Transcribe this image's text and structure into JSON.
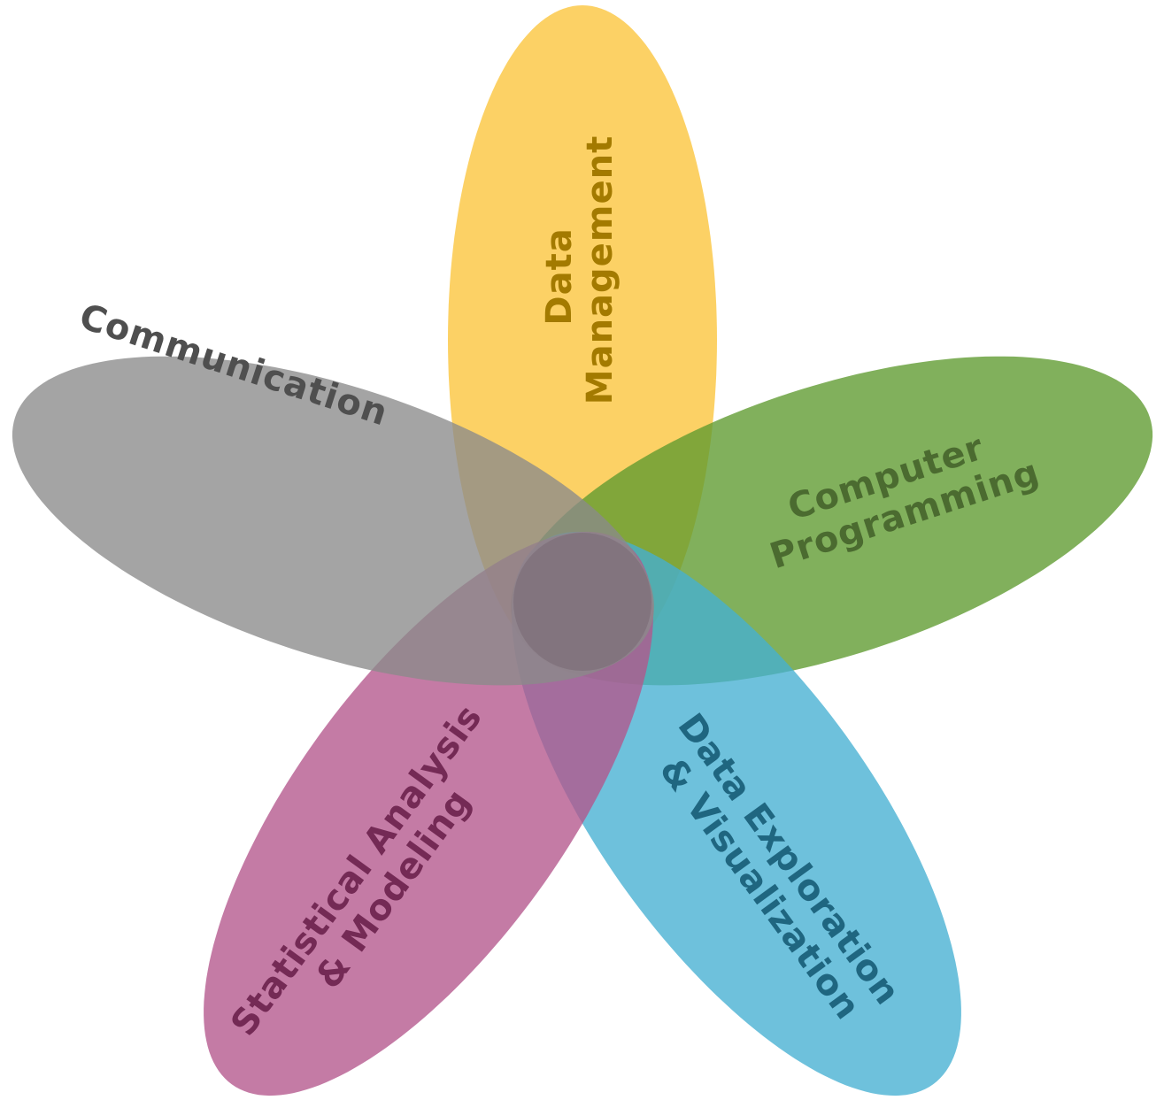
{
  "petals": [
    {
      "id": "data-management",
      "lines": [
        "Data",
        "Management"
      ],
      "fill": "#fbc43a",
      "text_color": "#a37a00",
      "angle_deg": 0
    },
    {
      "id": "computer-programming",
      "lines": [
        "Computer",
        "Programming"
      ],
      "fill": "#5e9a2e",
      "text_color": "#4b6b30",
      "angle_deg": 72
    },
    {
      "id": "data-exploration-visualization",
      "lines": [
        "Data Exploration",
        "& Visualization"
      ],
      "fill": "#45b0d2",
      "text_color": "#1f6680",
      "angle_deg": 144
    },
    {
      "id": "statistical-analysis-modeling",
      "lines": [
        "Statistical Analysis",
        "& Modeling"
      ],
      "fill": "#b3568c",
      "text_color": "#742a55",
      "angle_deg": 216
    },
    {
      "id": "communication",
      "lines": [
        "Communication"
      ],
      "fill": "#8a8a8a",
      "text_color": "#4f4f4f",
      "angle_deg": 288
    }
  ],
  "center_color": "#7d6f79"
}
